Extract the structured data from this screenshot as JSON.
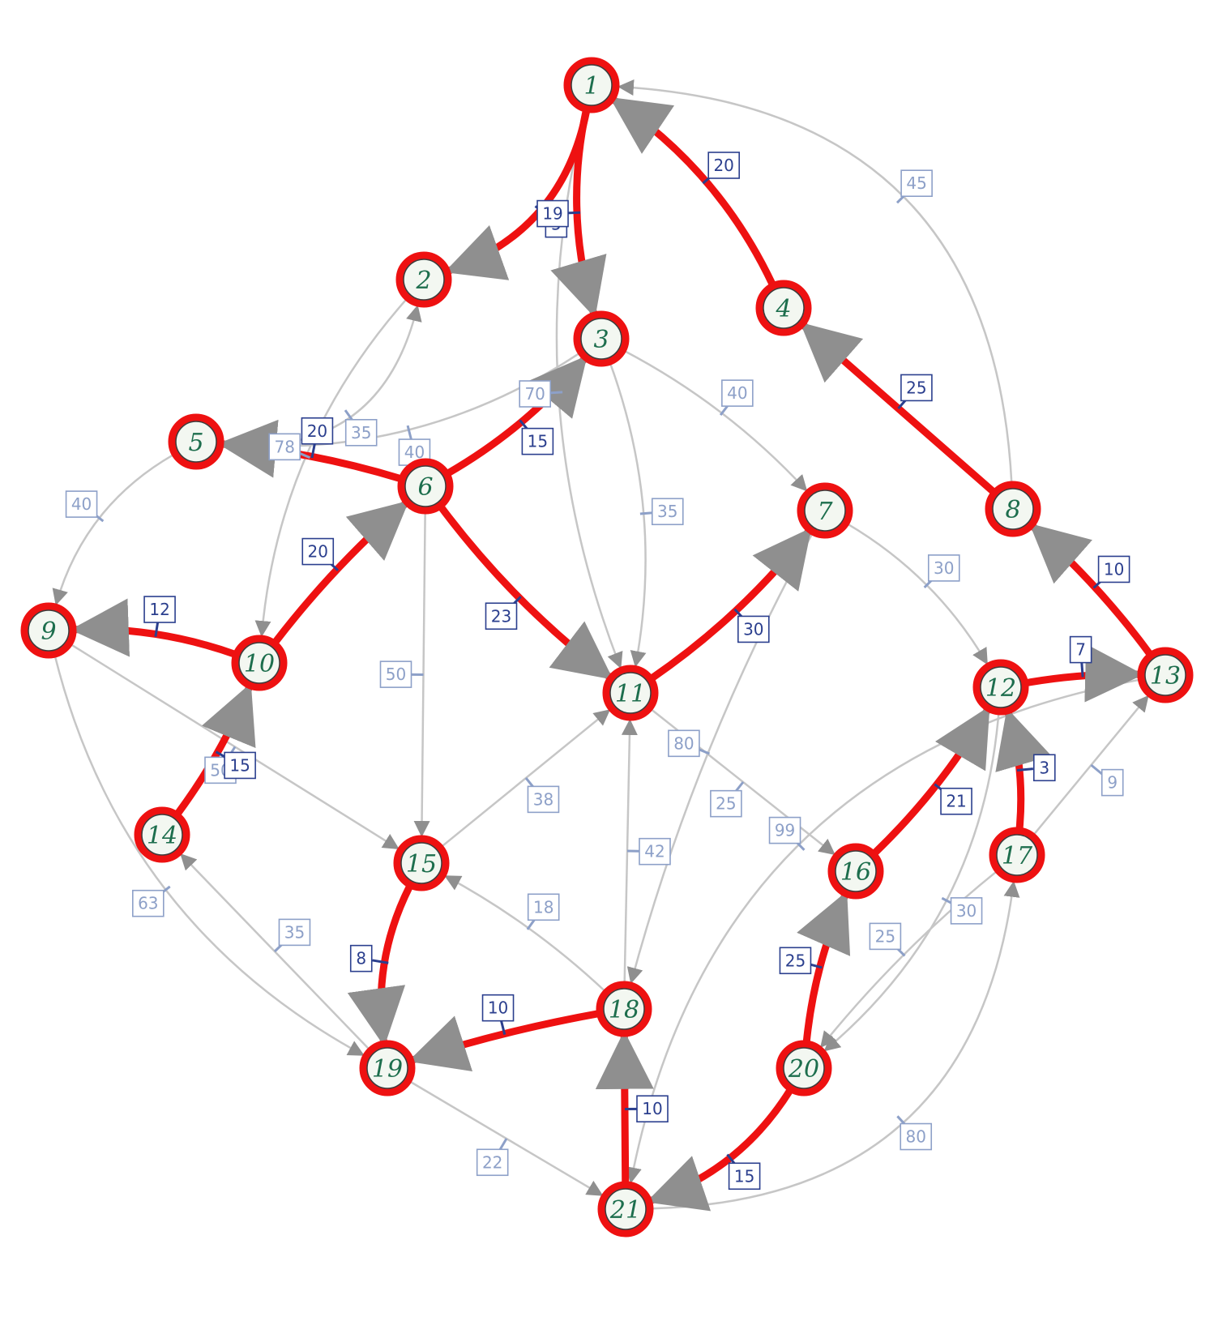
{
  "graph": {
    "nodes": [
      {
        "id": "1",
        "label": "1"
      },
      {
        "id": "2",
        "label": "2"
      },
      {
        "id": "3",
        "label": "3"
      },
      {
        "id": "4",
        "label": "4"
      },
      {
        "id": "5",
        "label": "5"
      },
      {
        "id": "6",
        "label": "6"
      },
      {
        "id": "7",
        "label": "7"
      },
      {
        "id": "8",
        "label": "8"
      },
      {
        "id": "9",
        "label": "9"
      },
      {
        "id": "10",
        "label": "10"
      },
      {
        "id": "11",
        "label": "11"
      },
      {
        "id": "12",
        "label": "12"
      },
      {
        "id": "13",
        "label": "13"
      },
      {
        "id": "14",
        "label": "14"
      },
      {
        "id": "15",
        "label": "15"
      },
      {
        "id": "16",
        "label": "16"
      },
      {
        "id": "17",
        "label": "17"
      },
      {
        "id": "18",
        "label": "18"
      },
      {
        "id": "19",
        "label": "19"
      },
      {
        "id": "20",
        "label": "20"
      },
      {
        "id": "21",
        "label": "21"
      }
    ],
    "edges": [
      {
        "from": "1",
        "to": "2",
        "weight": "5",
        "tree": true
      },
      {
        "from": "1",
        "to": "3",
        "weight": "19",
        "tree": true
      },
      {
        "from": "4",
        "to": "1",
        "weight": "20",
        "tree": true
      },
      {
        "from": "8",
        "to": "4",
        "weight": "25",
        "tree": true
      },
      {
        "from": "13",
        "to": "8",
        "weight": "10",
        "tree": true
      },
      {
        "from": "6",
        "to": "3",
        "weight": "15",
        "tree": true
      },
      {
        "from": "6",
        "to": "5",
        "weight": "20",
        "tree": true
      },
      {
        "from": "10",
        "to": "6",
        "weight": "20",
        "tree": true
      },
      {
        "from": "6",
        "to": "11",
        "weight": "23",
        "tree": true
      },
      {
        "from": "11",
        "to": "7",
        "weight": "30",
        "tree": true
      },
      {
        "from": "10",
        "to": "9",
        "weight": "12",
        "tree": true
      },
      {
        "from": "14",
        "to": "10",
        "weight": "15",
        "tree": true
      },
      {
        "from": "12",
        "to": "13",
        "weight": "7",
        "tree": true
      },
      {
        "from": "17",
        "to": "12",
        "weight": "3",
        "tree": true
      },
      {
        "from": "16",
        "to": "12",
        "weight": "21",
        "tree": true
      },
      {
        "from": "20",
        "to": "16",
        "weight": "25",
        "tree": true
      },
      {
        "from": "15",
        "to": "19",
        "weight": "8",
        "tree": true
      },
      {
        "from": "18",
        "to": "19",
        "weight": "10",
        "tree": true
      },
      {
        "from": "21",
        "to": "18",
        "weight": "10",
        "tree": true
      },
      {
        "from": "20",
        "to": "21",
        "weight": "15",
        "tree": true
      },
      {
        "from": "8",
        "to": "1",
        "weight": "45",
        "tree": false
      },
      {
        "from": "5",
        "to": "2",
        "weight": "35",
        "tree": false
      },
      {
        "from": "3",
        "to": "5",
        "weight": "40",
        "tree": false
      },
      {
        "from": "2",
        "to": "10",
        "weight": "78",
        "tree": false
      },
      {
        "from": "5",
        "to": "9",
        "weight": "40",
        "tree": false
      },
      {
        "from": "3",
        "to": "11",
        "weight": "35",
        "tree": false
      },
      {
        "from": "1",
        "to": "11",
        "weight": "70",
        "tree": false
      },
      {
        "from": "3",
        "to": "7",
        "weight": "40",
        "tree": false
      },
      {
        "from": "6",
        "to": "15",
        "weight": "50",
        "tree": false
      },
      {
        "from": "7",
        "to": "12",
        "weight": "30",
        "tree": false
      },
      {
        "from": "7",
        "to": "18",
        "weight": "80",
        "tree": false
      },
      {
        "from": "9",
        "to": "15",
        "weight": "50",
        "tree": false
      },
      {
        "from": "9",
        "to": "19",
        "weight": "63",
        "tree": false
      },
      {
        "from": "19",
        "to": "14",
        "weight": "35",
        "tree": false
      },
      {
        "from": "15",
        "to": "11",
        "weight": "38",
        "tree": false
      },
      {
        "from": "11",
        "to": "16",
        "weight": "25",
        "tree": false
      },
      {
        "from": "18",
        "to": "11",
        "weight": "42",
        "tree": false
      },
      {
        "from": "18",
        "to": "15",
        "weight": "18",
        "tree": false
      },
      {
        "from": "19",
        "to": "21",
        "weight": "22",
        "tree": false
      },
      {
        "from": "17",
        "to": "13",
        "weight": "9",
        "tree": false
      },
      {
        "from": "12",
        "to": "20",
        "weight": "30",
        "tree": false
      },
      {
        "from": "17",
        "to": "20",
        "weight": "25",
        "tree": false
      },
      {
        "from": "13",
        "to": "21",
        "weight": "99",
        "tree": false
      },
      {
        "from": "21",
        "to": "17",
        "weight": "80",
        "tree": false
      }
    ]
  },
  "colors": {
    "tree_edge": "#ee1111",
    "other_edge": "#c6c6c6",
    "node_fill": "#f3f7f1",
    "node_ring": "#ee1111",
    "node_label": "#1d6e4d",
    "weight_tree": "#2b3f8e",
    "weight_other": "#8da0c8",
    "arrow": "#8f8f8f"
  }
}
